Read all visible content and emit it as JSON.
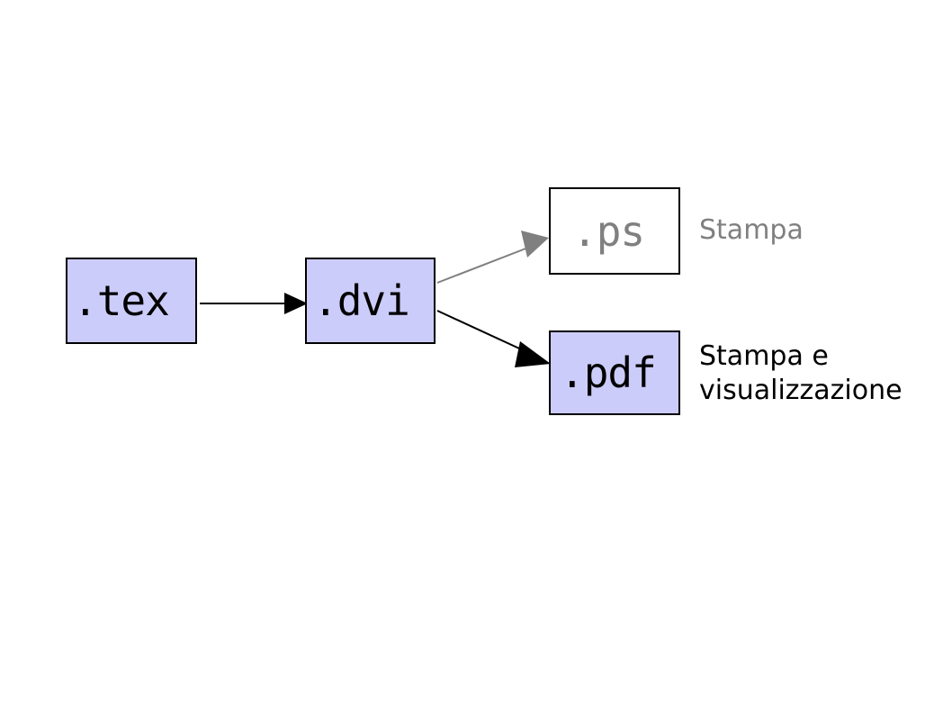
{
  "diagram": {
    "title": "LaTeX output formats flow",
    "background_color": "#ffffff",
    "nodes": [
      {
        "id": "tex",
        "label": ".tex",
        "fill": "#ccccfa",
        "border": "#000000",
        "text_color": "#000000"
      },
      {
        "id": "dvi",
        "label": ".dvi",
        "fill": "#ccccfa",
        "border": "#000000",
        "text_color": "#000000"
      },
      {
        "id": "ps",
        "label": ".ps",
        "fill": "#ffffff",
        "border": "#000000",
        "text_color": "#808080"
      },
      {
        "id": "pdf",
        "label": ".pdf",
        "fill": "#ccccfa",
        "border": "#000000",
        "text_color": "#000000"
      }
    ],
    "edges": [
      {
        "id": "tex-to-dvi",
        "from": ".tex",
        "to": ".dvi",
        "color": "#000000",
        "style": "solid-arrow"
      },
      {
        "id": "dvi-to-ps",
        "from": ".dvi",
        "to": ".ps",
        "color": "#808080",
        "style": "solid-arrow"
      },
      {
        "id": "dvi-to-pdf",
        "from": ".dvi",
        "to": ".pdf",
        "color": "#000000",
        "style": "solid-arrow"
      }
    ],
    "captions": [
      {
        "id": "ps-caption",
        "text": "Stampa",
        "color": "#808080",
        "for": ".ps"
      },
      {
        "id": "pdf-caption",
        "text": "Stampa e\nvisualizzazione",
        "color": "#000000",
        "for": ".pdf"
      }
    ]
  }
}
